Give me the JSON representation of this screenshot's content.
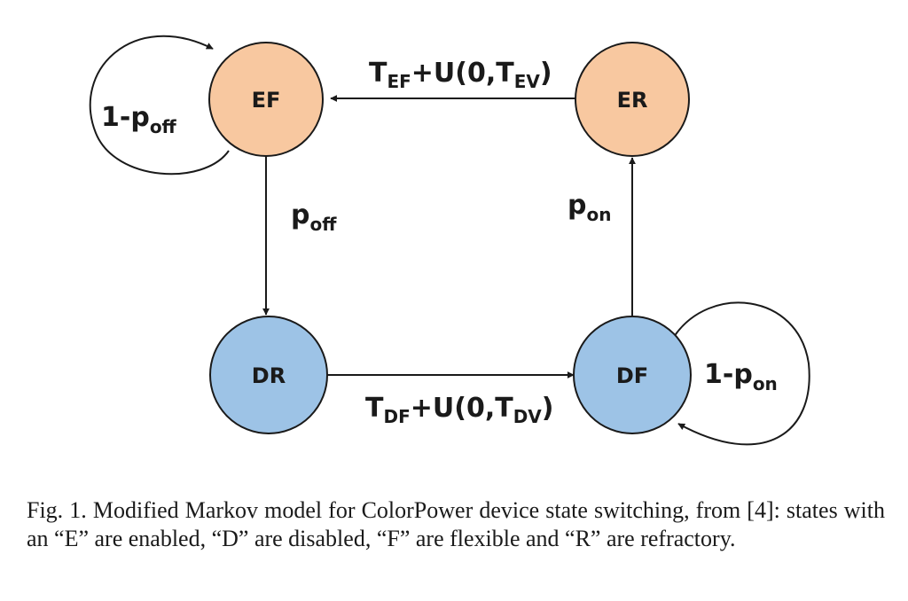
{
  "colors": {
    "enabled_fill": "#f8c8a0",
    "disabled_fill": "#9dc3e6",
    "stroke": "#1a1a1a"
  },
  "nodes": {
    "ef": "EF",
    "er": "ER",
    "dr": "DR",
    "df": "DF"
  },
  "edges": {
    "er_to_ef": {
      "main1": "T",
      "sub1": "EF",
      "main2": "+U(0,T",
      "sub2": "EV",
      "main3": ")"
    },
    "dr_to_df": {
      "main1": "T",
      "sub1": "DF",
      "main2": "+U(0,T",
      "sub2": "DV",
      "main3": ")"
    },
    "ef_to_dr": {
      "main": "p",
      "sub": "off"
    },
    "df_to_er": {
      "main": "p",
      "sub": "on"
    },
    "ef_self": {
      "main": "1-p",
      "sub": "off"
    },
    "df_self": {
      "main": "1-p",
      "sub": "on"
    }
  },
  "caption": "Fig. 1.   Modified Markov model for ColorPower device state switching, from [4]: states with an “E” are enabled, “D” are disabled, “F” are flexible and “R” are refractory."
}
